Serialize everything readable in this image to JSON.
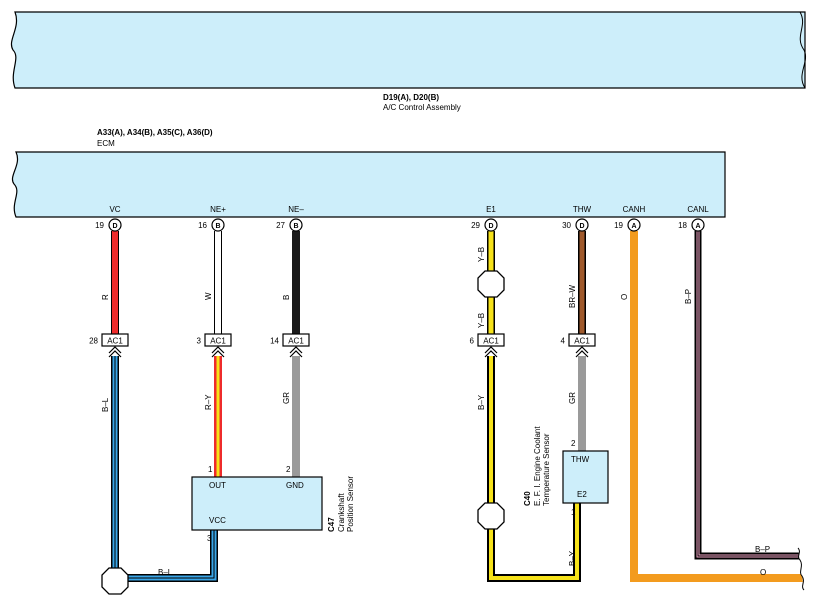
{
  "ac_assembly": {
    "connectors": "D19(A), D20(B)",
    "name": "A/C Control Assembly"
  },
  "ecm": {
    "connectors": "A33(A), A34(B), A35(C), A36(D)",
    "name": "ECM",
    "pins": [
      {
        "signal": "VC",
        "pin": "19",
        "conn": "D"
      },
      {
        "signal": "NE+",
        "pin": "16",
        "conn": "B"
      },
      {
        "signal": "NE–",
        "pin": "27",
        "conn": "B"
      },
      {
        "signal": "E1",
        "pin": "29",
        "conn": "D"
      },
      {
        "signal": "THW",
        "pin": "30",
        "conn": "D"
      },
      {
        "signal": "CANH",
        "pin": "19",
        "conn": "A"
      },
      {
        "signal": "CANL",
        "pin": "18",
        "conn": "A"
      }
    ]
  },
  "junction": {
    "label": "AC1",
    "pins": [
      "28",
      "3",
      "14",
      "6",
      "4"
    ]
  },
  "wires": {
    "vc_upper": "R",
    "ne_plus_upper": "W",
    "ne_minus_upper": "B",
    "e1_top": "Y–B",
    "e1_mid": "Y–B",
    "thw_upper": "BR–W",
    "canh": "O",
    "canl": "B–P",
    "vc_lower": "B–L",
    "ne_plus_lower": "R–Y",
    "ne_minus_lower": "GR",
    "e1_lower": "B–Y",
    "thw_lower": "GR",
    "vcc_bottom": "B–L",
    "e2_lower": "B–Y",
    "canl_right": "B–P",
    "canh_right": "O"
  },
  "crank_sensor": {
    "code": "C47",
    "name_line1": "Crankshaft",
    "name_line2": "Position Sensor",
    "out": "OUT",
    "gnd": "GND",
    "vcc": "VCC",
    "pin_out": "1",
    "pin_gnd": "2",
    "pin_vcc": "3"
  },
  "coolant_sensor": {
    "code": "C40",
    "name_line1": "E. F. I.  Engine Coolant",
    "name_line2": "Temperature Sensor",
    "thw": "THW",
    "e2": "E2",
    "pin_thw": "2",
    "pin_e2": "1"
  },
  "colors": {
    "component_fill": "#cdeefa",
    "red": "#ee2b2b",
    "black": "#1a1a1a",
    "yellow": "#f6e21a",
    "brown": "#a05a2c",
    "orange": "#f39b1e",
    "blue": "#3aa6e8",
    "gray": "#9a9a9a",
    "pink": "#f4a7c8"
  }
}
